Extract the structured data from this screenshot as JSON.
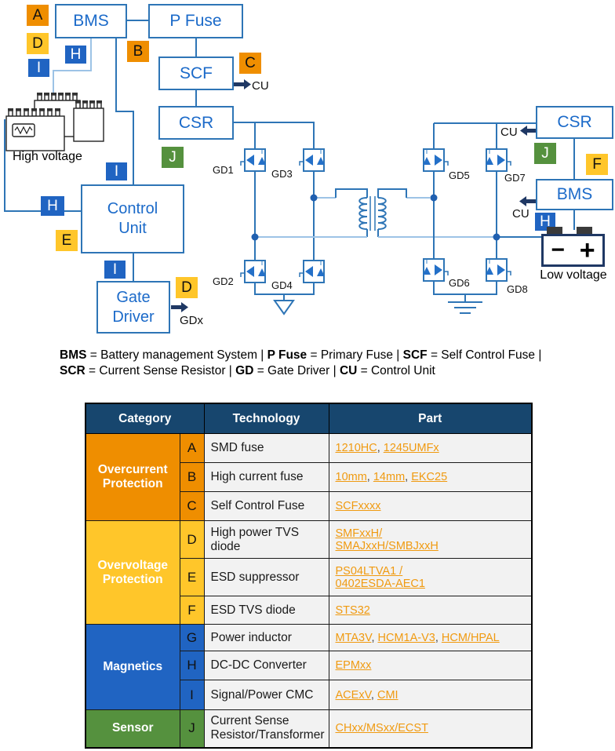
{
  "colors": {
    "wire_blue": "#2E75B6",
    "wire_light_blue": "#9DC3E6",
    "box_text_blue": "#1B6AC9",
    "arrow_navy": "#1F3864",
    "junction_blue": "#2060B0",
    "triangle_blue": "#2470C8",
    "badge_orange": "#EF8E00",
    "badge_yellow": "#FFC62A",
    "badge_blue": "#2064C2",
    "badge_green": "#55913E",
    "header_navy": "#17466E",
    "link_orange": "#F09A10",
    "cell_gray": "#F2F2F2"
  },
  "diagram": {
    "boxes": {
      "bms_left": "BMS",
      "p_fuse": "P Fuse",
      "scf": "SCF",
      "csr_left": "CSR",
      "control_unit_line1": "Control",
      "control_unit_line2": "Unit",
      "gate_driver_line1": "Gate",
      "gate_driver_line2": "Driver",
      "csr_right": "CSR",
      "bms_right": "BMS"
    },
    "badges": [
      {
        "letter": "A",
        "color": "orange"
      },
      {
        "letter": "D",
        "color": "yellow"
      },
      {
        "letter": "I",
        "color": "blue"
      },
      {
        "letter": "H",
        "color": "blue"
      },
      {
        "letter": "B",
        "color": "orange"
      },
      {
        "letter": "C",
        "color": "orange"
      },
      {
        "letter": "J",
        "color": "green"
      },
      {
        "letter": "I",
        "color": "blue"
      },
      {
        "letter": "H",
        "color": "blue"
      },
      {
        "letter": "E",
        "color": "yellow"
      },
      {
        "letter": "I",
        "color": "blue"
      },
      {
        "letter": "D",
        "color": "yellow"
      },
      {
        "letter": "J",
        "color": "green"
      },
      {
        "letter": "F",
        "color": "yellow"
      },
      {
        "letter": "H",
        "color": "blue"
      }
    ],
    "gd_labels": [
      "GD1",
      "GD2",
      "GD3",
      "GD4",
      "GD5",
      "GD6",
      "GD7",
      "GD8"
    ],
    "cu_label": "CU",
    "gdx_label": "GDx",
    "high_voltage_label": "High voltage",
    "low_voltage_label": "Low voltage",
    "battery_minus": "−",
    "battery_plus": "+"
  },
  "legend": {
    "lines": [
      [
        {
          "text": "BMS",
          "bold": true
        },
        {
          "text": " = Battery management System | ",
          "bold": false
        },
        {
          "text": "P Fuse",
          "bold": true
        },
        {
          "text": " = Primary Fuse | ",
          "bold": false
        },
        {
          "text": "SCF",
          "bold": true
        },
        {
          "text": " = Self Control Fuse |",
          "bold": false
        }
      ],
      [
        {
          "text": "SCR",
          "bold": true
        },
        {
          "text": " = Current Sense Resistor | ",
          "bold": false
        },
        {
          "text": "GD",
          "bold": true
        },
        {
          "text": " = Gate Driver | ",
          "bold": false
        },
        {
          "text": "CU",
          "bold": true
        },
        {
          "text": " = Control Unit",
          "bold": false
        }
      ]
    ]
  },
  "table": {
    "headers": [
      "Category",
      "Technology",
      "Part"
    ],
    "groups": [
      {
        "category": "Overcurrent Protection",
        "color_key": "orange",
        "rows": [
          {
            "letter": "A",
            "technology": "SMD fuse",
            "part_lines": [
              [
                "1210HC",
                "1245UMFx"
              ]
            ]
          },
          {
            "letter": "B",
            "technology": "High current fuse",
            "part_lines": [
              [
                "10mm",
                "14mm",
                "EKC25"
              ]
            ]
          },
          {
            "letter": "C",
            "technology": "Self Control Fuse",
            "part_lines": [
              [
                "SCFxxxx"
              ]
            ]
          }
        ]
      },
      {
        "category": "Overvoltage Protection",
        "color_key": "yellow",
        "rows": [
          {
            "letter": "D",
            "technology": "High power TVS diode",
            "part_lines": [
              [
                "SMFxxH/"
              ],
              [
                "SMAJxxH/SMBJxxH"
              ]
            ]
          },
          {
            "letter": "E",
            "technology": "ESD suppressor",
            "part_lines": [
              [
                "PS04LTVA1 /"
              ],
              [
                "0402ESDA-AEC1"
              ]
            ]
          },
          {
            "letter": "F",
            "technology": "ESD TVS diode",
            "part_lines": [
              [
                "STS32"
              ]
            ]
          }
        ]
      },
      {
        "category": "Magnetics",
        "color_key": "blue",
        "rows": [
          {
            "letter": "G",
            "technology": "Power inductor",
            "part_lines": [
              [
                "MTA3V",
                "HCM1A-V3",
                "HCM/HPAL"
              ]
            ]
          },
          {
            "letter": "H",
            "technology": "DC-DC Converter",
            "part_lines": [
              [
                "EPMxx"
              ]
            ]
          },
          {
            "letter": "I",
            "technology": "Signal/Power CMC",
            "part_lines": [
              [
                "ACExV",
                "CMI"
              ]
            ]
          }
        ]
      },
      {
        "category": "Sensor",
        "color_key": "green",
        "rows": [
          {
            "letter": "J",
            "technology": "Current Sense Resistor/Transformer",
            "part_lines": [
              [
                "CHxx/MSxx/ECST"
              ]
            ]
          }
        ]
      }
    ]
  }
}
